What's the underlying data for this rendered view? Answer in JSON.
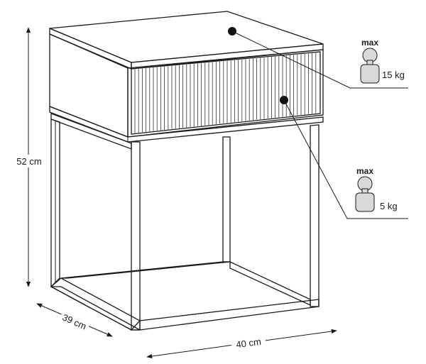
{
  "dimensions": {
    "height": "52 cm",
    "depth": "39 cm",
    "width": "40 cm"
  },
  "load_limits": [
    {
      "label": "max",
      "value": "15 kg",
      "part": "top"
    },
    {
      "label": "max",
      "value": "5 kg",
      "part": "drawer"
    }
  ],
  "colors": {
    "line": "#1a1a1a",
    "weight_fill": "#d9d9d9"
  },
  "icons": [
    "weight-icon"
  ]
}
